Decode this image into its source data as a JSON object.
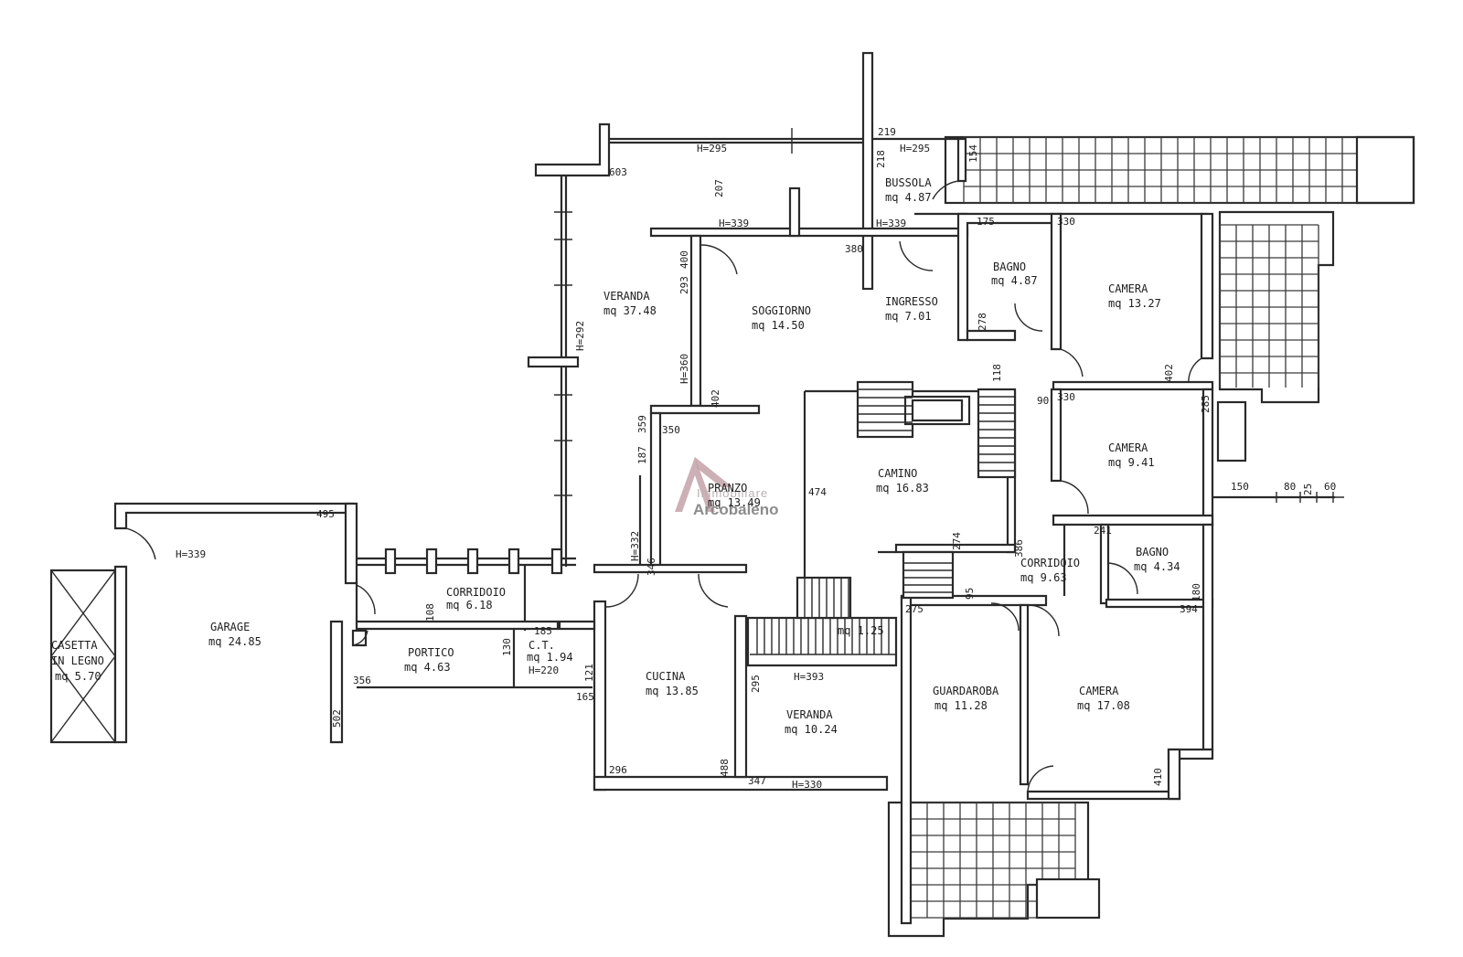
{
  "watermark": {
    "line1": "Immobiliare",
    "line2": "Arcobaleno",
    "accent_color": "#b0273a"
  },
  "rooms": [
    {
      "id": "garage",
      "name": "GARAGE",
      "area": "mq 24.85"
    },
    {
      "id": "casetta",
      "name": "CASETTA",
      "name2": "IN LEGNO",
      "area": "mq 5.70"
    },
    {
      "id": "corridoio-1",
      "name": "CORRIDOIO",
      "area": "mq 6.18"
    },
    {
      "id": "portico",
      "name": "PORTICO",
      "area": "mq 4.63"
    },
    {
      "id": "ct",
      "name": "C.T.",
      "area": "mq 1.94",
      "height": "H=220"
    },
    {
      "id": "cucina",
      "name": "CUCINA",
      "area": "mq 13.85"
    },
    {
      "id": "veranda-small",
      "name": "VERANDA",
      "area": "mq 10.24"
    },
    {
      "id": "pranzo",
      "name": "PRANZO",
      "area": "mq 13.49"
    },
    {
      "id": "veranda-big",
      "name": "VERANDA",
      "area": "mq 37.48"
    },
    {
      "id": "soggiorno",
      "name": "SOGGIORNO",
      "area": "mq 14.50"
    },
    {
      "id": "ingresso",
      "name": "INGRESSO",
      "area": "mq 7.01"
    },
    {
      "id": "bussola",
      "name": "BUSSOLA",
      "area": "mq 4.87"
    },
    {
      "id": "camino",
      "name": "CAMINO",
      "area": "mq 16.83"
    },
    {
      "id": "bagno-1",
      "name": "BAGNO",
      "area": "mq 4.87"
    },
    {
      "id": "camera-1",
      "name": "CAMERA",
      "area": "mq 13.27"
    },
    {
      "id": "camera-2",
      "name": "CAMERA",
      "area": "mq 9.41"
    },
    {
      "id": "corridoio-2",
      "name": "CORRIDOIO",
      "area": "mq 9.63"
    },
    {
      "id": "bagno-2",
      "name": "BAGNO",
      "area": "mq 4.34"
    },
    {
      "id": "guardaroba",
      "name": "GUARDAROBA",
      "area": "mq 11.28"
    },
    {
      "id": "camera-3",
      "name": "CAMERA",
      "area": "mq 17.08"
    },
    {
      "id": "sottoscala",
      "name": "",
      "area": "mq 1.25"
    }
  ],
  "dimensions": {
    "h295a": "H=295",
    "h295b": "H=295",
    "h339a": "H=339",
    "h339b": "H=339",
    "h339c": "H=339",
    "h292": "H=292",
    "h360": "H=360",
    "h332": "H=332",
    "h393": "H=393",
    "h330": "H=330",
    "d219": "219",
    "d218": "218",
    "d603": "603",
    "d207": "207",
    "d400": "400",
    "d293": "293",
    "d380": "380",
    "d402a": "402",
    "d402b": "402",
    "d359": "359",
    "d350": "350",
    "d187": "187",
    "d474": "474",
    "d118": "118",
    "d175": "175",
    "d330a": "330",
    "d330b": "330",
    "d278": "278",
    "d90": "90",
    "d285": "285",
    "d154": "154",
    "d495": "495",
    "d108": "108",
    "d130": "130",
    "d185": "185",
    "d121": "121",
    "d165": "165",
    "d356": "356",
    "d502": "502",
    "d346": "346",
    "d274": "274",
    "d386": "386",
    "d95": "95",
    "d241": "241",
    "d180": "180",
    "d394": "394",
    "d275": "275",
    "d295": "295",
    "d296": "296",
    "d488": "488",
    "d347": "347",
    "d410": "410",
    "d150": "150",
    "d80": "80",
    "d25": "25",
    "d60": "60"
  }
}
